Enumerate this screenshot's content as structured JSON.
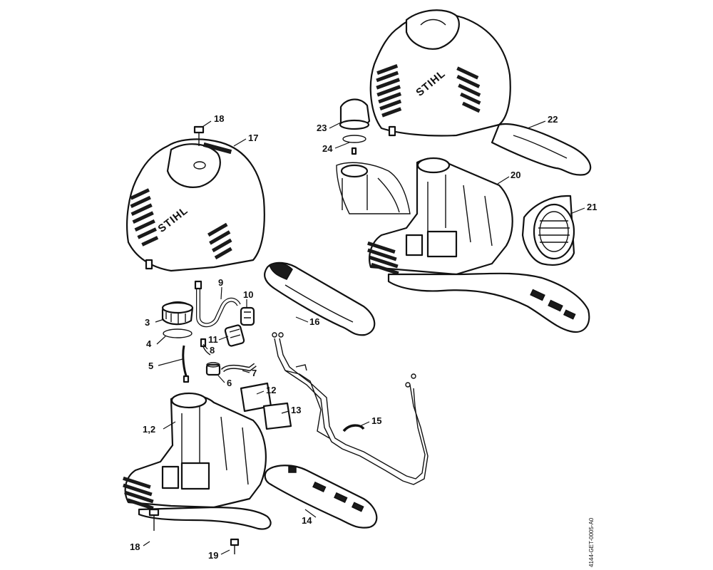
{
  "brand_logo": "STIHL",
  "document_id": "4144-GET-0005-A0",
  "callouts": [
    {
      "id": "c18a",
      "label": "18"
    },
    {
      "id": "c17",
      "label": "17"
    },
    {
      "id": "c23",
      "label": "23"
    },
    {
      "id": "c24",
      "label": "24"
    },
    {
      "id": "c22",
      "label": "22"
    },
    {
      "id": "c20",
      "label": "20"
    },
    {
      "id": "c21",
      "label": "21"
    },
    {
      "id": "c9",
      "label": "9"
    },
    {
      "id": "c10",
      "label": "10"
    },
    {
      "id": "c3",
      "label": "3"
    },
    {
      "id": "c11",
      "label": "11"
    },
    {
      "id": "c16",
      "label": "16"
    },
    {
      "id": "c4",
      "label": "4"
    },
    {
      "id": "c8",
      "label": "8"
    },
    {
      "id": "c5",
      "label": "5"
    },
    {
      "id": "c7",
      "label": "7"
    },
    {
      "id": "c6",
      "label": "6"
    },
    {
      "id": "c12",
      "label": "12"
    },
    {
      "id": "c13",
      "label": "13"
    },
    {
      "id": "c12b",
      "label": "1,2"
    },
    {
      "id": "c15",
      "label": "15"
    },
    {
      "id": "c14",
      "label": "14"
    },
    {
      "id": "c18b",
      "label": "18"
    },
    {
      "id": "c19",
      "label": "19"
    }
  ]
}
